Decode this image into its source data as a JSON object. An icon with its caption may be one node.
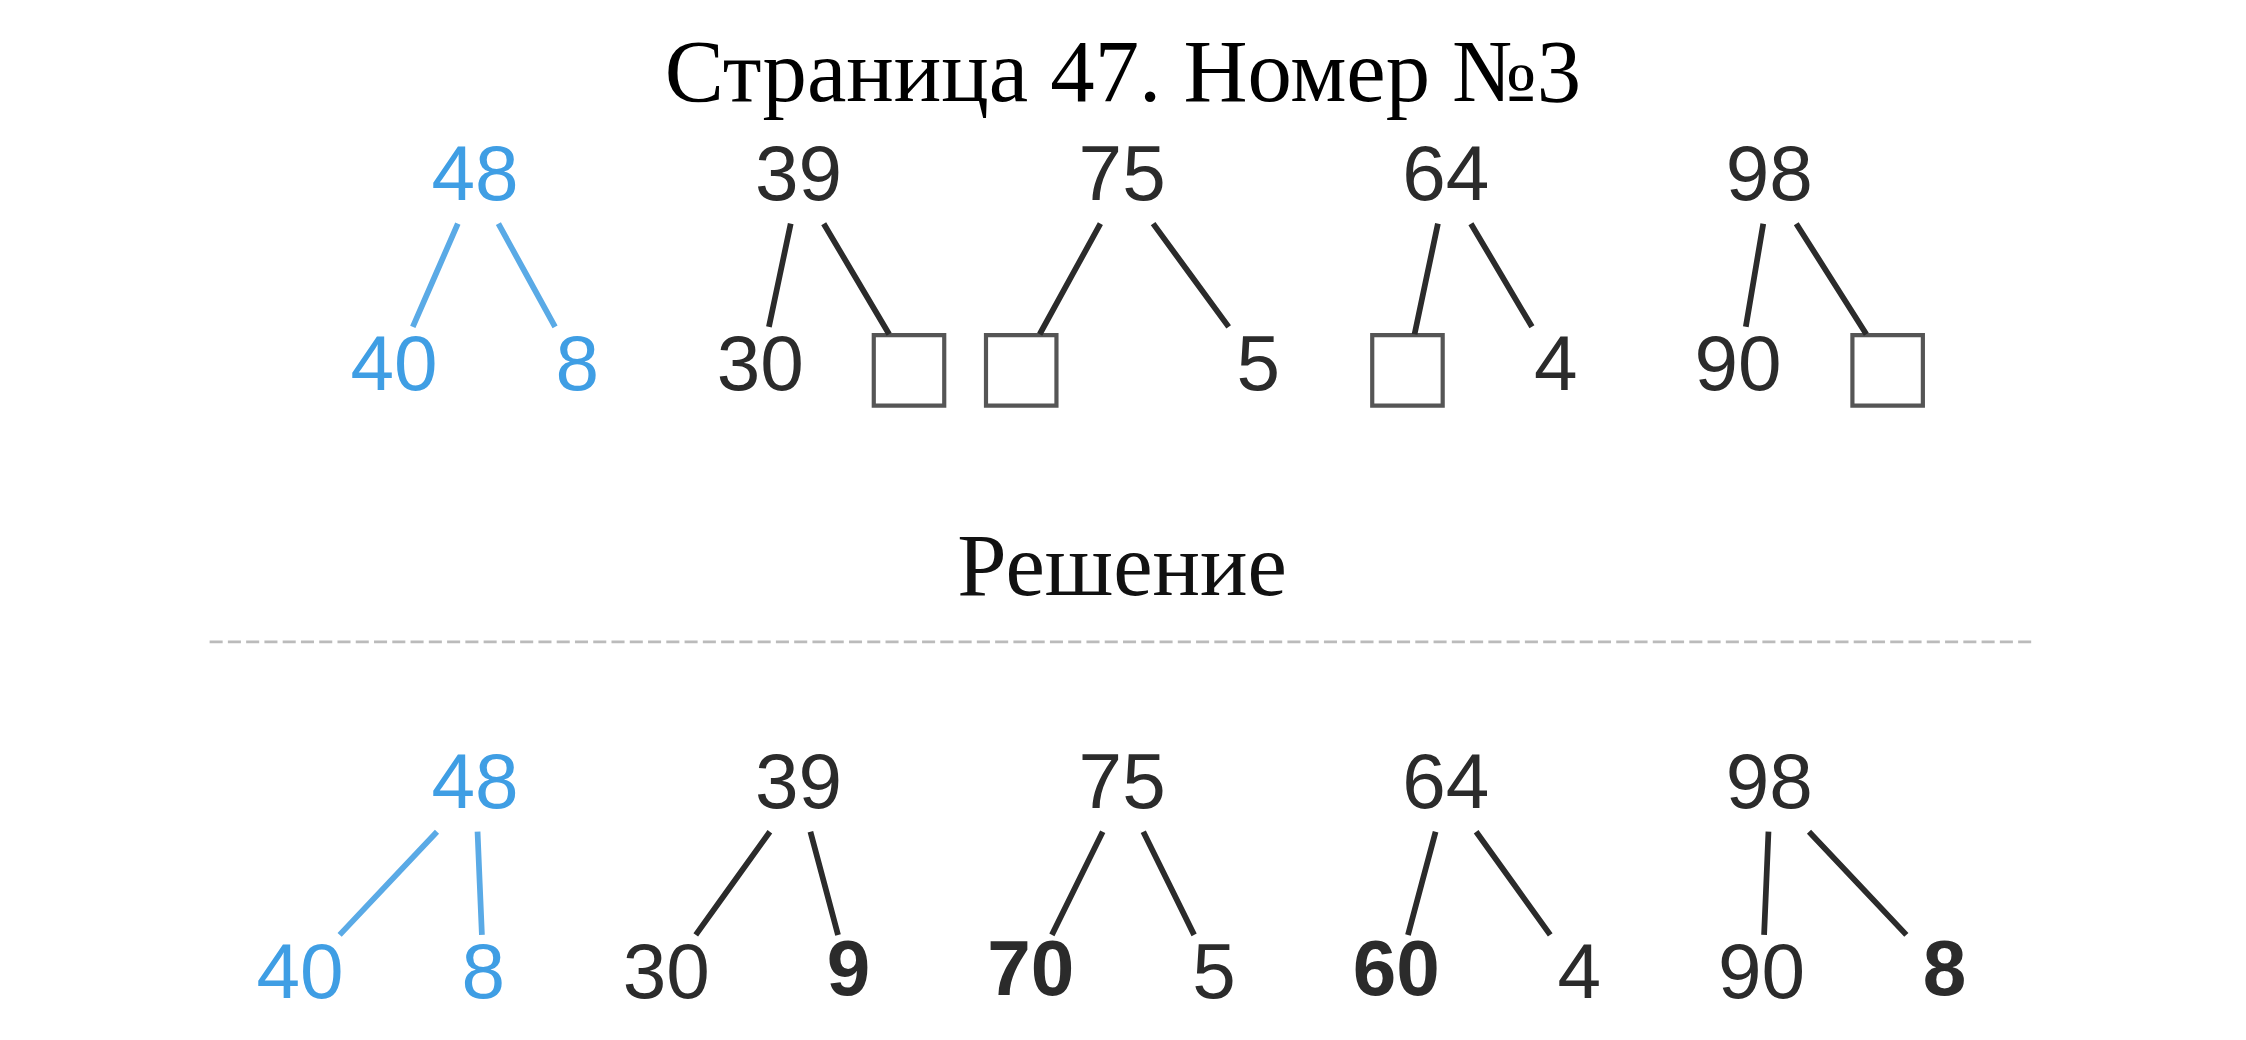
{
  "diagram": {
    "title": "Страница 47. Номер №3",
    "nodes": [
      {
        "text": [
          "48"
        ]
      },
      {
        "text": [
          "40"
        ]
      },
      {
        "text": [
          "8"
        ]
      },
      {
        "text": [
          "39"
        ]
      },
      {
        "text": [
          "30"
        ]
      },
      {
        "text": [],
        "shape": "box"
      },
      {
        "text": [
          "75"
        ]
      },
      {
        "text": [],
        "shape": "box"
      },
      {
        "text": [
          "5"
        ]
      },
      {
        "text": [
          "64"
        ]
      },
      {
        "text": [],
        "shape": "box"
      },
      {
        "text": [
          "4"
        ]
      },
      {
        "text": [
          "98"
        ]
      },
      {
        "text": [
          "90"
        ]
      },
      {
        "text": [],
        "shape": "box"
      },
      {
        "text": [
          "48"
        ]
      },
      {
        "text": [
          "40"
        ]
      },
      {
        "text": [
          "8"
        ]
      },
      {
        "text": [
          "39"
        ]
      },
      {
        "text": [
          "30"
        ]
      },
      {
        "text": [
          "9"
        ]
      },
      {
        "text": [
          "75"
        ]
      },
      {
        "text": [
          "70"
        ]
      },
      {
        "text": [
          "5"
        ]
      },
      {
        "text": [
          "64"
        ]
      },
      {
        "text": [
          "60"
        ]
      },
      {
        "text": [
          "4"
        ]
      },
      {
        "text": [
          "98"
        ]
      },
      {
        "text": [
          "90"
        ]
      },
      {
        "text": [
          "8"
        ]
      }
    ],
    "edges": [
      {
        "from": 0,
        "to": 1,
        "arrow": "none",
        "color": "#5aaae6"
      },
      {
        "from": 0,
        "to": 2,
        "arrow": "none",
        "color": "#5aaae6"
      },
      {
        "from": 3,
        "to": 4,
        "arrow": "none"
      },
      {
        "from": 3,
        "to": 5,
        "arrow": "none"
      },
      {
        "from": 6,
        "to": 7,
        "arrow": "none"
      },
      {
        "from": 6,
        "to": 8,
        "arrow": "none"
      },
      {
        "from": 9,
        "to": 10,
        "arrow": "none"
      },
      {
        "from": 9,
        "to": 11,
        "arrow": "none"
      },
      {
        "from": 12,
        "to": 13,
        "arrow": "none"
      },
      {
        "from": 12,
        "to": 14,
        "arrow": "none"
      },
      {
        "from": 15,
        "to": 16,
        "arrow": "none",
        "color": "#5aaae6"
      },
      {
        "from": 15,
        "to": 17,
        "arrow": "none",
        "color": "#5aaae6"
      },
      {
        "from": 18,
        "to": 19,
        "arrow": "none"
      },
      {
        "from": 18,
        "to": 20,
        "arrow": "none"
      },
      {
        "from": 21,
        "to": 22,
        "arrow": "none"
      },
      {
        "from": 21,
        "to": 23,
        "arrow": "none"
      },
      {
        "from": 24,
        "to": 25,
        "arrow": "none"
      },
      {
        "from": 24,
        "to": 26,
        "arrow": "none"
      },
      {
        "from": 27,
        "to": 28,
        "arrow": "none"
      },
      {
        "from": 27,
        "to": 29,
        "arrow": "none"
      }
    ],
    "labels": [
      "Решение"
    ]
  }
}
